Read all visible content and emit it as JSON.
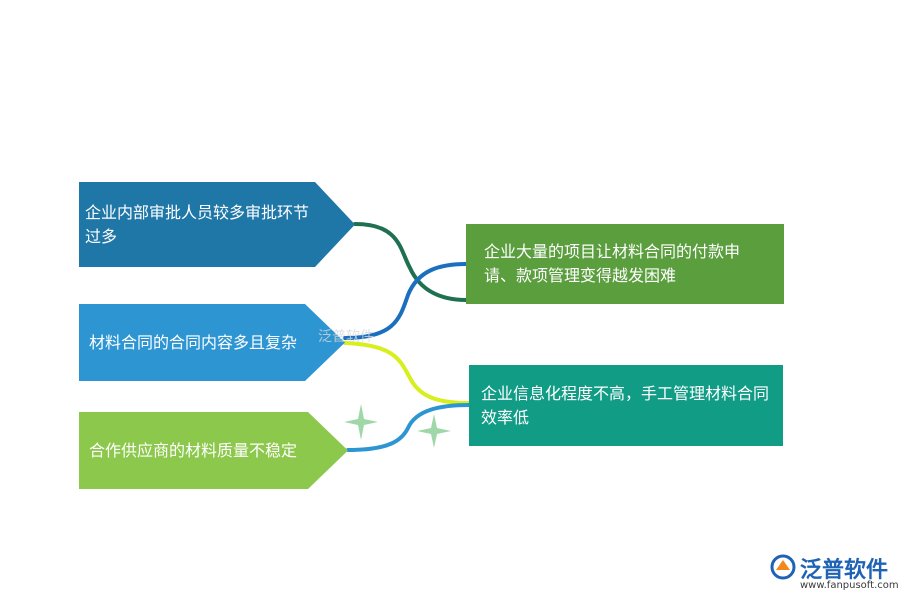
{
  "diagram": {
    "left_boxes": [
      {
        "text": "企业内部审批人员较多审批环节过多",
        "color": "#1f77a8"
      },
      {
        "text": "材料合同的合同内容多且复杂",
        "color": "#2e95d3"
      },
      {
        "text": "合作供应商的材料质量不稳定",
        "color": "#8cc84b"
      }
    ],
    "right_boxes": [
      {
        "text": "企业大量的项目让材料合同的付款申请、款项管理变得越发困难",
        "color": "#5a9e3e"
      },
      {
        "text": "企业信息化程度不高，手工管理材料合同效率低",
        "color": "#119c86"
      }
    ],
    "connector_colors": {
      "link1": "#1f7050",
      "link2": "#1a6fbf",
      "link3": "#d7ef1c",
      "link4": "#2e95d3"
    },
    "star_color": "#9fd7a8"
  },
  "watermark": {
    "text": "泛普软件"
  },
  "logo": {
    "name": "泛普软件",
    "url": "www.fanpusoft.com",
    "icon": "fanpu-logo-icon",
    "color": "#1e63b4",
    "accent": "#f08a1c"
  }
}
